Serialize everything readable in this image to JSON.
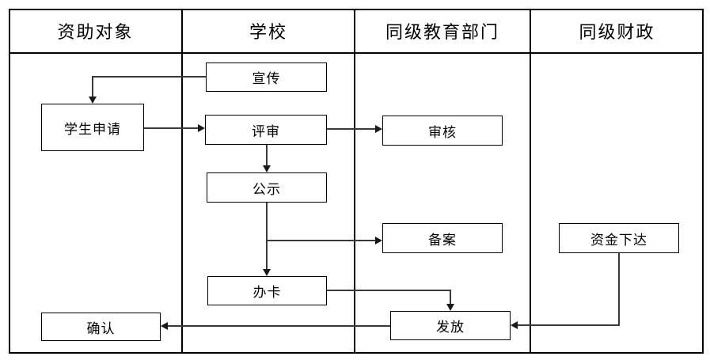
{
  "diagram": {
    "type": "swimlane-flowchart",
    "lanes": [
      {
        "label": "资助对象"
      },
      {
        "label": "学校"
      },
      {
        "label": "同级教育部门"
      },
      {
        "label": "同级财政"
      }
    ],
    "nodes": {
      "publicity": {
        "label": "宣传",
        "lane": "学校"
      },
      "student_apply": {
        "label": "学生申请",
        "lane": "资助对象"
      },
      "review": {
        "label": "评审",
        "lane": "学校"
      },
      "audit": {
        "label": "审核",
        "lane": "同级教育部门"
      },
      "publicize": {
        "label": "公示",
        "lane": "学校"
      },
      "filing": {
        "label": "备案",
        "lane": "同级教育部门"
      },
      "fund_release": {
        "label": "资金下达",
        "lane": "同级财政"
      },
      "card_issue": {
        "label": "办卡",
        "lane": "学校"
      },
      "distribute": {
        "label": "发放",
        "lane": "同级教育部门"
      },
      "confirm": {
        "label": "确认",
        "lane": "资助对象"
      }
    },
    "edges": [
      {
        "from": "publicity",
        "to": "student_apply"
      },
      {
        "from": "student_apply",
        "to": "review"
      },
      {
        "from": "review",
        "to": "audit"
      },
      {
        "from": "review",
        "to": "publicize"
      },
      {
        "from": "publicize",
        "to": "filing"
      },
      {
        "from": "publicize",
        "to": "card_issue"
      },
      {
        "from": "card_issue",
        "to": "distribute"
      },
      {
        "from": "fund_release",
        "to": "distribute"
      },
      {
        "from": "distribute",
        "to": "confirm"
      }
    ],
    "colors": {
      "background": "#ffffff",
      "border": "#000000",
      "line": "#3a3a3a",
      "text": "#000000"
    }
  }
}
